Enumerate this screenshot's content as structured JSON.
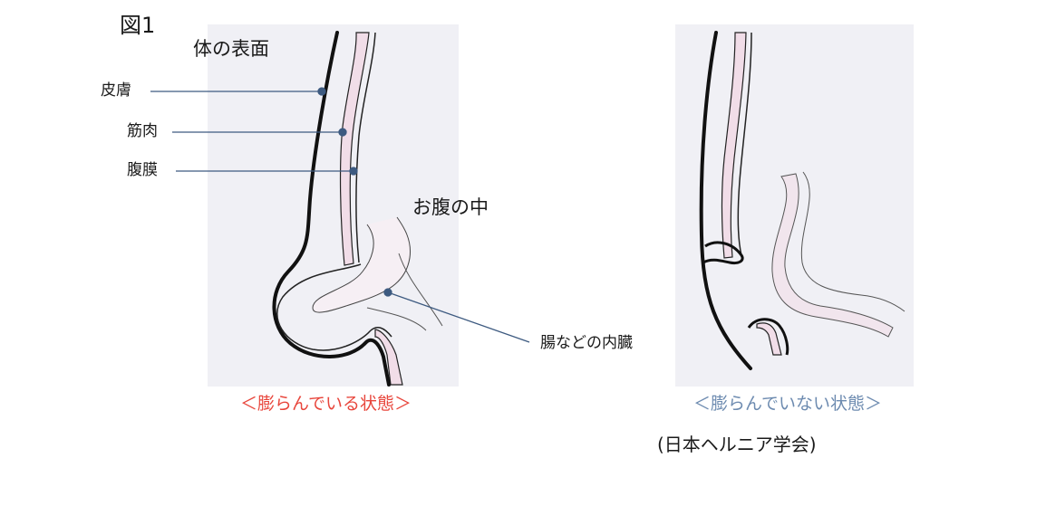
{
  "figure_label": "図1",
  "surface_label": "体の表面",
  "abdomen_label": "お腹の中",
  "layers": {
    "skin": "皮膚",
    "muscle": "筋肉",
    "peritoneum": "腹膜"
  },
  "organs_label": "腸などの内臓",
  "captions": {
    "bulging": "＜膨らんでいる状態＞",
    "not_bulging": "＜膨らんでいない状態＞"
  },
  "source": "(日本ヘルニア学会)",
  "colors": {
    "caption_bulging": "#e8463c",
    "caption_not_bulging": "#6d8bb0",
    "muscle_fill": "#f1dde8",
    "leader_line": "#3d5a80",
    "panel_bg": "#f0f0f5"
  }
}
